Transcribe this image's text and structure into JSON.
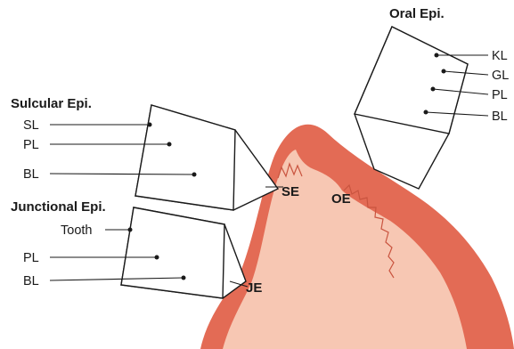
{
  "diagram": {
    "regions": {
      "oral": {
        "title": "Oral Epi.",
        "layers": [
          "KL",
          "GL",
          "PL",
          "BL"
        ],
        "site_label": "OE"
      },
      "sulcular": {
        "title": "Sulcular Epi.",
        "layers": [
          "SL",
          "PL",
          "BL"
        ],
        "site_label": "SE"
      },
      "junctional": {
        "title": "Junctional Epi.",
        "layers": [
          "Tooth",
          "PL",
          "BL"
        ],
        "site_label": "JE"
      }
    },
    "colors": {
      "gingiva_dark": "#e36b55",
      "gingiva_light": "#f7c7b3",
      "keratin": "#a9d4cc",
      "granular": "#a58bc4",
      "prickle": "#f0a13c",
      "basal": "#3aa6dc",
      "tooth": "#f3e6cc"
    }
  }
}
